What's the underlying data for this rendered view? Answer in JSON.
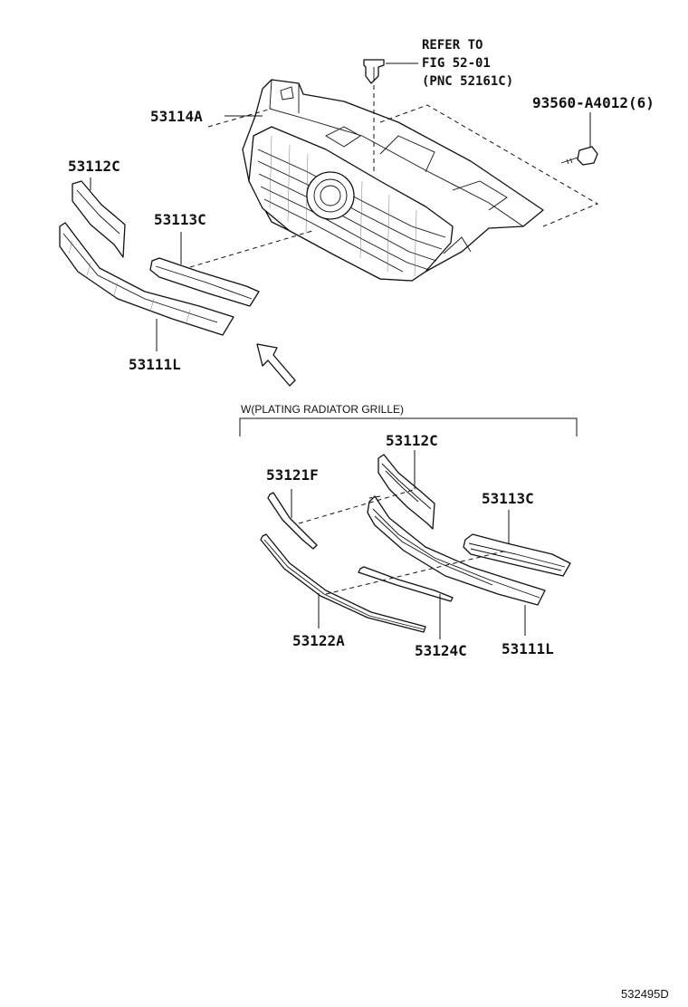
{
  "labels": {
    "grille": "53114A",
    "molding_upper_top": "53112C",
    "molding_center_top": "53113C",
    "molding_lower_top": "53111L",
    "screw": "93560-A4012(6)",
    "refer_line1": "REFER TO",
    "refer_line2": "FIG 52-01",
    "refer_line3": "(PNC 52161C)",
    "group_caption": "W(PLATING RADIATOR GRILLE)",
    "molding_upper_sub": "53112C",
    "molding_center_sub": "53113C",
    "molding_lower_sub": "53111L",
    "strip_upper_sub": "53121F",
    "strip_lower_sub": "53122A",
    "strip_mid_sub": "53124C",
    "figure_id": "532495D"
  }
}
